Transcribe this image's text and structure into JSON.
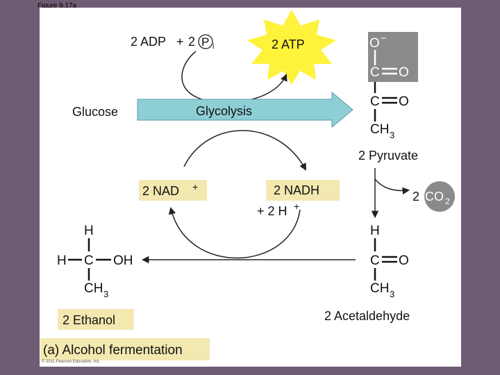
{
  "figure_label": "Figure 9.17a",
  "inputs": {
    "adp": "2 ADP",
    "plus": "+",
    "pi_coef": "2",
    "pi_letter": "P",
    "pi_sub": "i"
  },
  "atp_label": "2 ATP",
  "glucose_label": "Glucose",
  "glycolysis_label": "Glycolysis",
  "pyruvate": {
    "o_minus": "O",
    "minus_sign": "−",
    "c": "C",
    "o": "O",
    "ch": "CH",
    "sub3": "3",
    "label": "2 Pyruvate"
  },
  "nad_label": "2 NAD",
  "nad_plus": "+",
  "nadh_label": "2 NADH",
  "h_plus_label": "+ 2 H",
  "h_plus_sup": "+",
  "co2": {
    "coef": "2",
    "label": "CO",
    "sub": "2"
  },
  "acetaldehyde": {
    "h": "H",
    "c": "C",
    "o": "O",
    "ch": "CH",
    "sub3": "3",
    "label": "2 Acetaldehyde"
  },
  "ethanol": {
    "h_top": "H",
    "h_left": "H",
    "c": "C",
    "oh": "OH",
    "ch": "CH",
    "sub3": "3",
    "label": "2 Ethanol"
  },
  "caption": "(a) Alcohol fermentation",
  "copyright": "© 2011 Pearson Education, Inc.",
  "colors": {
    "background": "#6e5b74",
    "panel": "#ffffff",
    "highlight_box": "#f3e8b0",
    "glycolysis_arrow": "#8ecfd6",
    "atp_star": "#fff23a",
    "gray_group": "#8a8a8a"
  }
}
